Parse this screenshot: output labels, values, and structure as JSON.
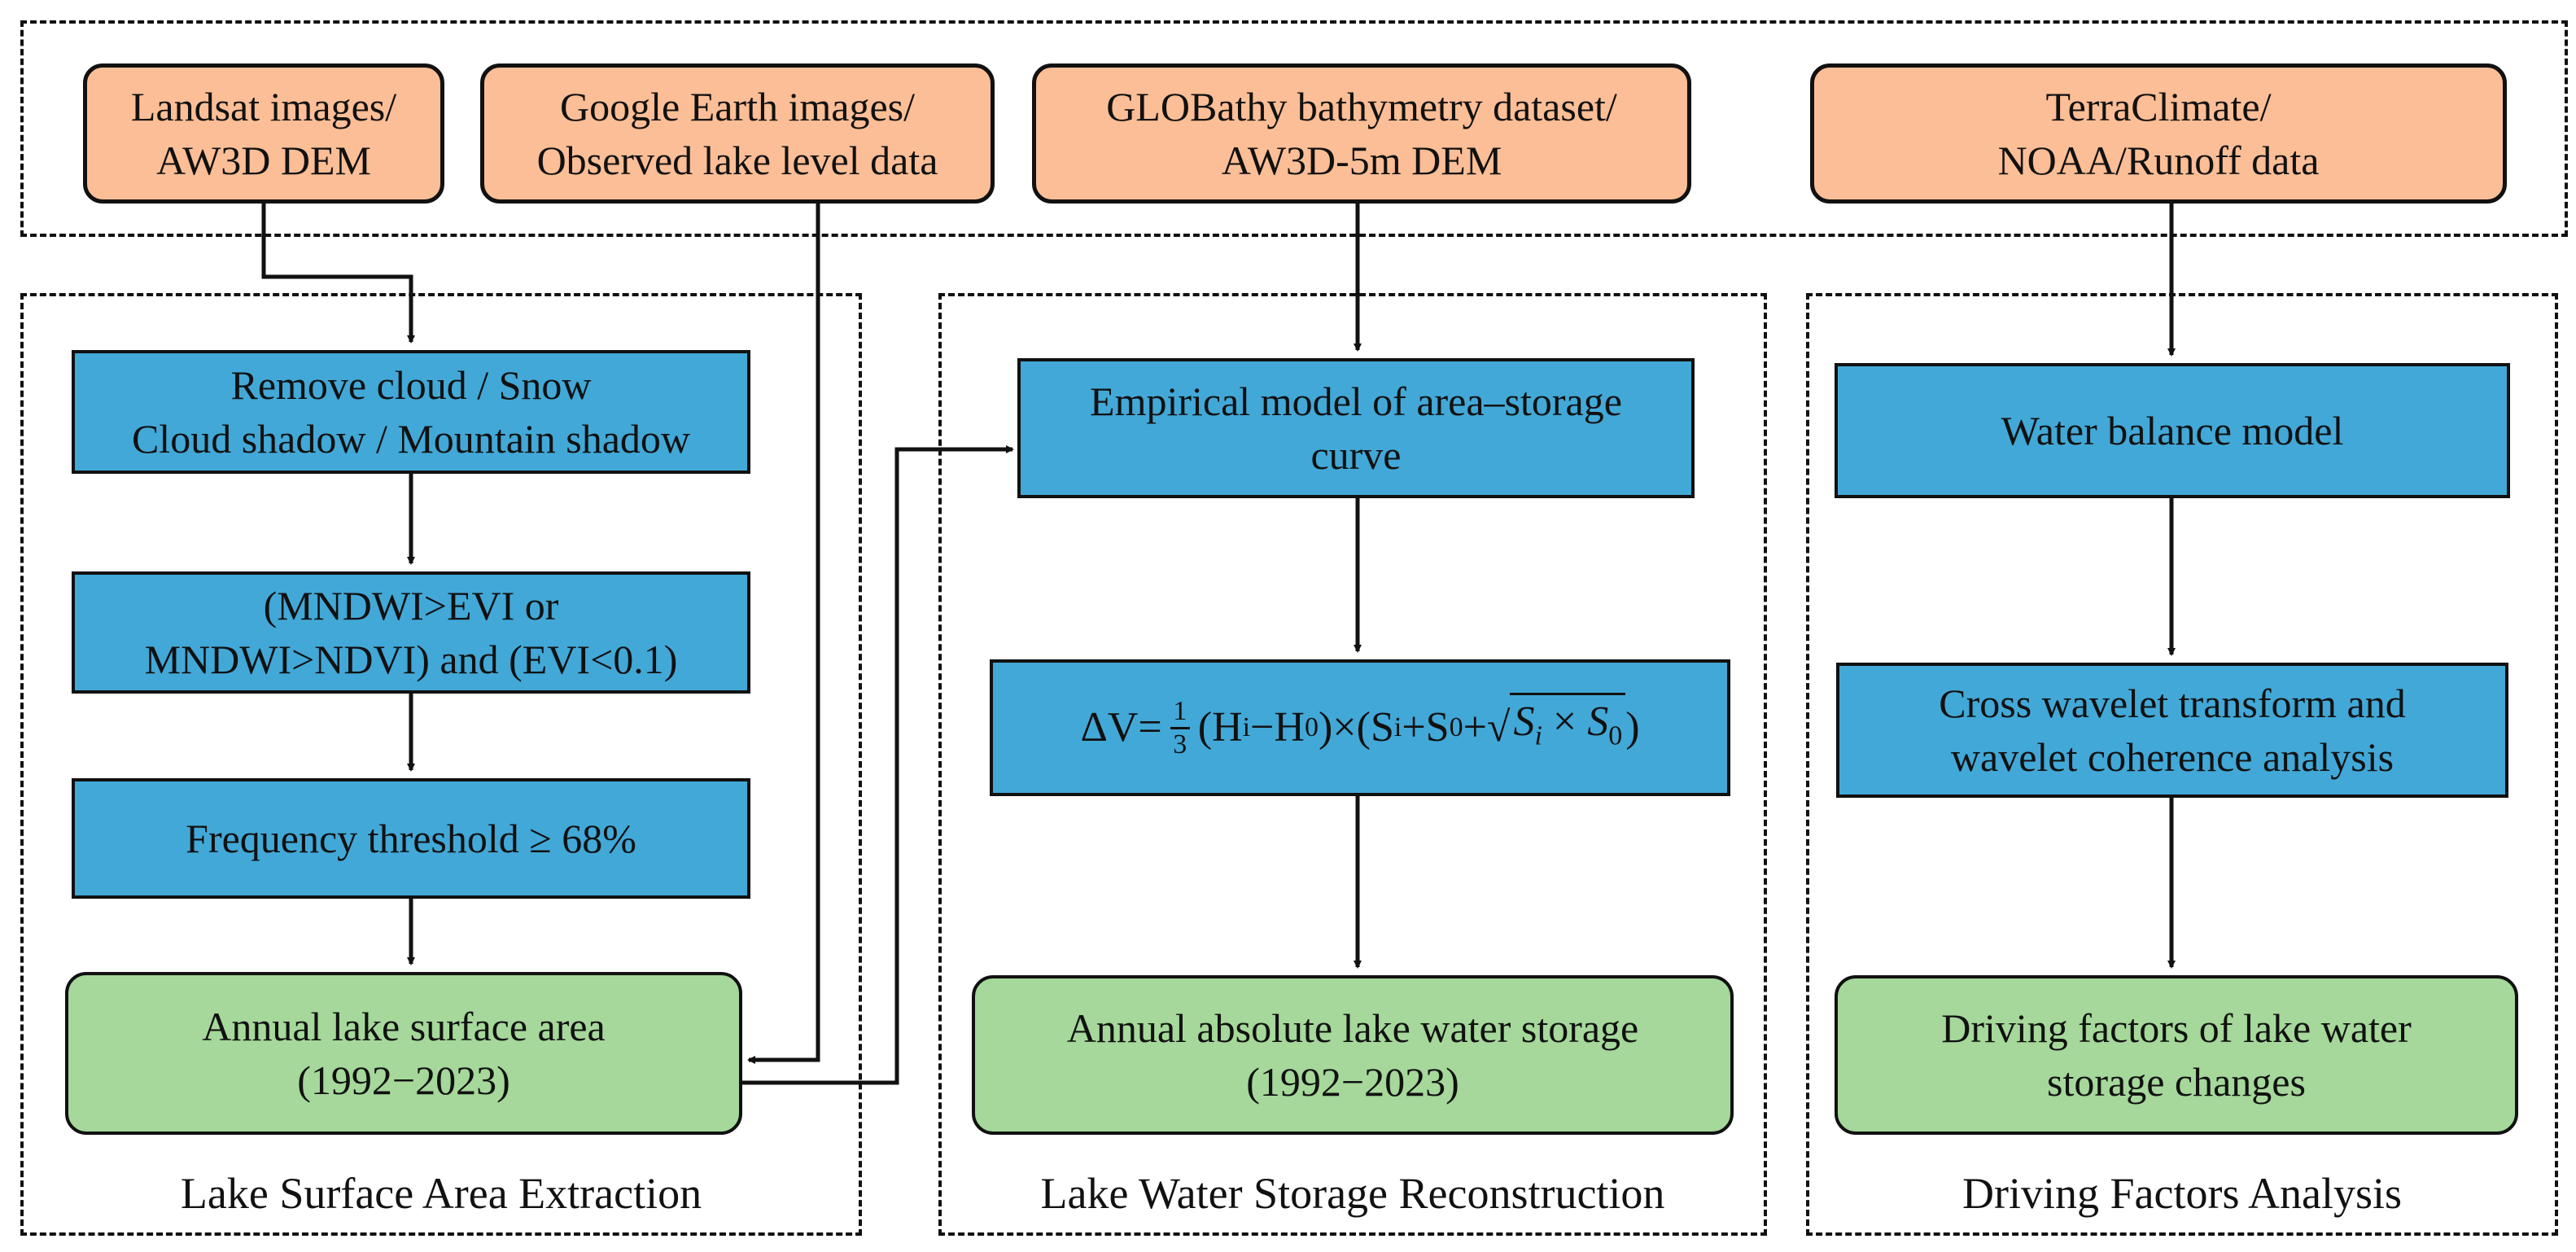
{
  "sources": {
    "landsat": [
      "Landsat images/",
      "AW3D  DEM"
    ],
    "google": [
      "Google Earth images/",
      "Observed lake level data"
    ],
    "globathy": [
      "GLOBathy bathymetry dataset/",
      "AW3D-5m DEM"
    ],
    "terra": [
      "TerraClimate/",
      "NOAA/Runoff data"
    ]
  },
  "panel1": {
    "step1": [
      "Remove cloud / Snow",
      "Cloud shadow / Mountain shadow"
    ],
    "step2": [
      "(MNDWI>EVI or",
      "MNDWI>NDVI) and (EVI<0.1)"
    ],
    "step3": "Frequency threshold ≥ 68%",
    "result": [
      "Annual lake surface area",
      "(1992−2023)"
    ],
    "caption": "Lake Surface Area Extraction"
  },
  "panel2": {
    "step1": [
      "Empirical model of area–storage",
      "curve"
    ],
    "formula": {
      "lhs": "ΔV=",
      "num": "1",
      "den": "3",
      "h_part": " (H",
      "h_i": "i",
      "minus": "−H",
      "h_0": "0",
      "times": ")×(S",
      "s_i": "i",
      "plus1": "+S",
      "s_0": "0",
      "plus2": "+",
      "sqrt": "√",
      "rad_s": "S",
      "rad_i": "i",
      "rad_x": " × ",
      "rad_s2": "S",
      "rad_0": "0",
      "close": ")"
    },
    "result": [
      "Annual absolute lake water storage",
      "(1992−2023)"
    ],
    "caption": "Lake Water Storage Reconstruction"
  },
  "panel3": {
    "step1": "Water balance model",
    "step2": [
      "Cross wavelet transform and",
      "wavelet coherence analysis"
    ],
    "result": [
      "Driving factors of lake water",
      "storage changes"
    ],
    "caption": "Driving Factors Analysis"
  }
}
